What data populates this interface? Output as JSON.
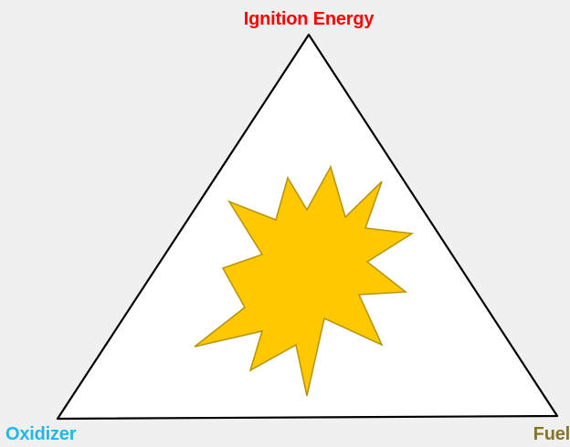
{
  "diagram": {
    "vertices": {
      "top": {
        "label": "Ignition Energy",
        "color": "#ff0000"
      },
      "left": {
        "label": "Oxidizer",
        "color": "#1fb7ee"
      },
      "right": {
        "label": "Fuel",
        "color": "#857526"
      }
    },
    "triangle": {
      "fill": "#ffffff",
      "stroke": "#000000"
    },
    "burst": {
      "fill": "#ffc800",
      "stroke": "#b8960c",
      "icon": "explosion-burst-icon"
    }
  }
}
